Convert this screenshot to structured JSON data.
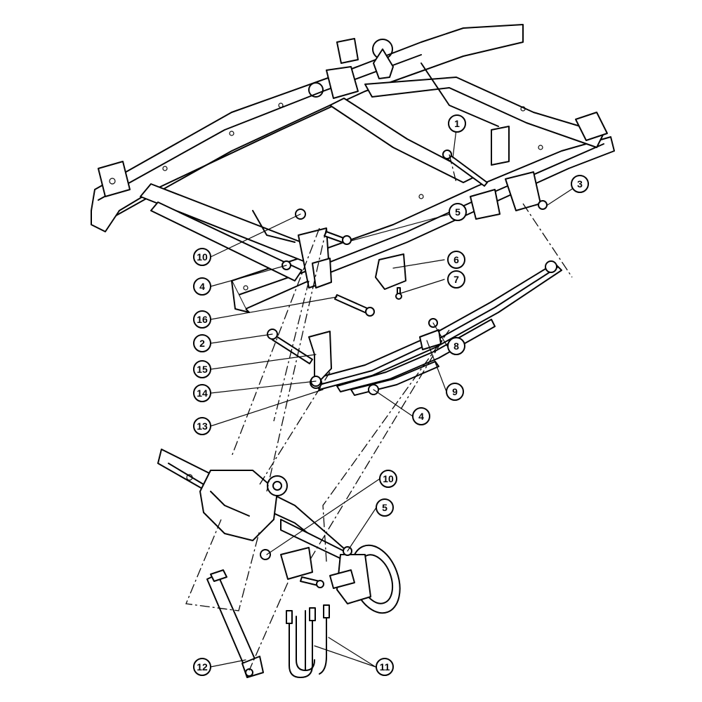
{
  "callouts": [
    {
      "id": "c1",
      "label": "1"
    },
    {
      "id": "c2",
      "label": "2"
    },
    {
      "id": "c3",
      "label": "3"
    },
    {
      "id": "c4a",
      "label": "4"
    },
    {
      "id": "c4b",
      "label": "4"
    },
    {
      "id": "c5a",
      "label": "5"
    },
    {
      "id": "c5b",
      "label": "5"
    },
    {
      "id": "c6",
      "label": "6"
    },
    {
      "id": "c7",
      "label": "7"
    },
    {
      "id": "c8",
      "label": "8"
    },
    {
      "id": "c9",
      "label": "9"
    },
    {
      "id": "c10a",
      "label": "10"
    },
    {
      "id": "c10b",
      "label": "10"
    },
    {
      "id": "c11",
      "label": "11"
    },
    {
      "id": "c12",
      "label": "12"
    },
    {
      "id": "c13",
      "label": "13"
    },
    {
      "id": "c14",
      "label": "14"
    },
    {
      "id": "c15",
      "label": "15"
    },
    {
      "id": "c16",
      "label": "16"
    }
  ]
}
